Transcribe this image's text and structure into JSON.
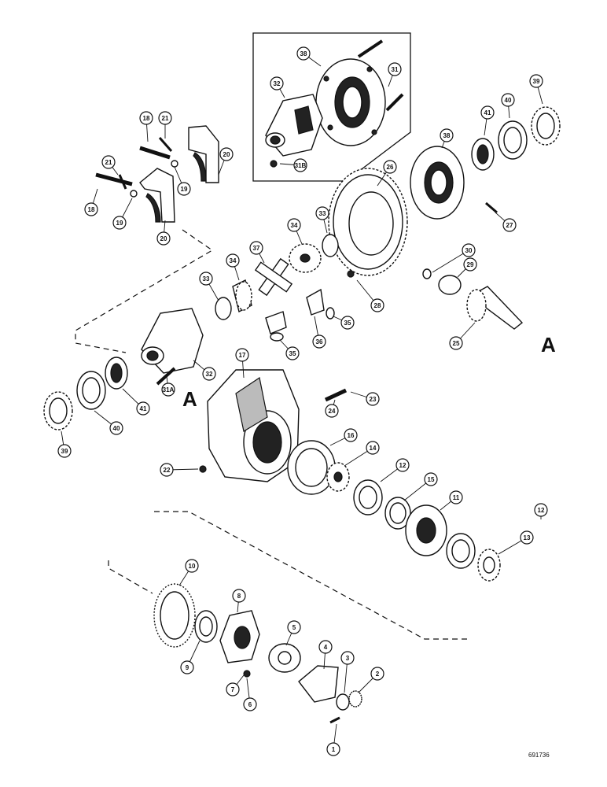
{
  "figure_code": "691736",
  "section_labels": [
    "A",
    "A"
  ],
  "callouts": [
    "1",
    "2",
    "3",
    "4",
    "5",
    "6",
    "7",
    "8",
    "9",
    "10",
    "11",
    "12",
    "12",
    "13",
    "14",
    "15",
    "16",
    "17",
    "18",
    "18",
    "19",
    "19",
    "20",
    "20",
    "21",
    "21",
    "22",
    "23",
    "24",
    "25",
    "26",
    "27",
    "28",
    "29",
    "30",
    "31",
    "31A",
    "31B",
    "32",
    "32",
    "33",
    "33",
    "34",
    "34",
    "35",
    "35",
    "36",
    "37",
    "38",
    "38",
    "39",
    "39",
    "40",
    "40",
    "41",
    "41"
  ]
}
